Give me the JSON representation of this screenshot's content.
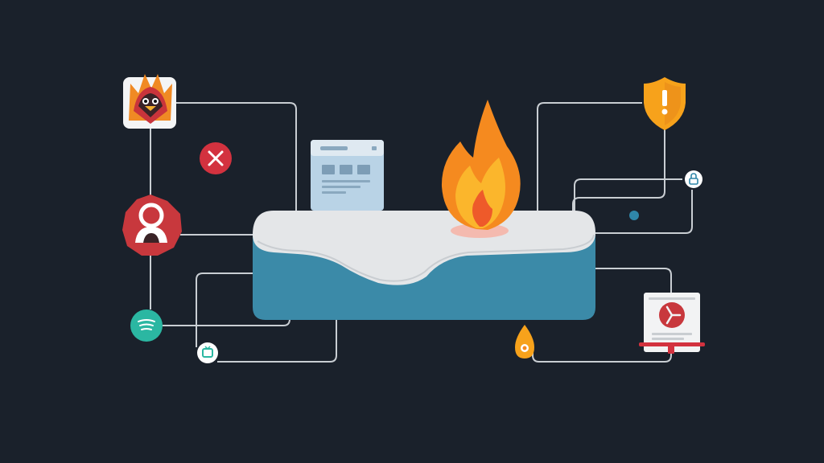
{
  "colors": {
    "background": "#1a212b",
    "connector": "#c9ced3",
    "platform_top": "#e4e6e8",
    "platform_side": "#3b8aa8",
    "flame_orange": "#f58a1f",
    "flame_yellow": "#fbb62c",
    "flame_red": "#ee5a2a",
    "alert_red": "#d3323f",
    "profile_red": "#c8383d",
    "shield_orange": "#f7a21b",
    "teal": "#2bb7a2",
    "blue_dot": "#2f86a8",
    "browser_window": "#b9d3e6"
  },
  "nodes": [
    {
      "id": "firefox-avatar",
      "icon": "fox-bird-icon",
      "kind": "app-tile"
    },
    {
      "id": "close-badge",
      "icon": "close-icon",
      "kind": "alert"
    },
    {
      "id": "profile-badge",
      "icon": "user-profile-icon",
      "kind": "badge"
    },
    {
      "id": "spotify-badge",
      "icon": "spotify-icon",
      "kind": "badge"
    },
    {
      "id": "small-app-badge",
      "icon": "tv-icon",
      "kind": "badge"
    },
    {
      "id": "browser-window",
      "icon": "browser-window-icon",
      "kind": "window"
    },
    {
      "id": "central-flame",
      "icon": "flame-icon",
      "kind": "hub"
    },
    {
      "id": "shield-warning",
      "icon": "shield-warning-icon",
      "kind": "alert"
    },
    {
      "id": "lock-badge",
      "icon": "lock-icon",
      "kind": "badge"
    },
    {
      "id": "status-dot",
      "icon": "dot-icon",
      "kind": "indicator"
    },
    {
      "id": "document-card",
      "icon": "document-icon",
      "kind": "card"
    },
    {
      "id": "flame-drop",
      "icon": "droplet-flame-icon",
      "kind": "badge"
    }
  ]
}
